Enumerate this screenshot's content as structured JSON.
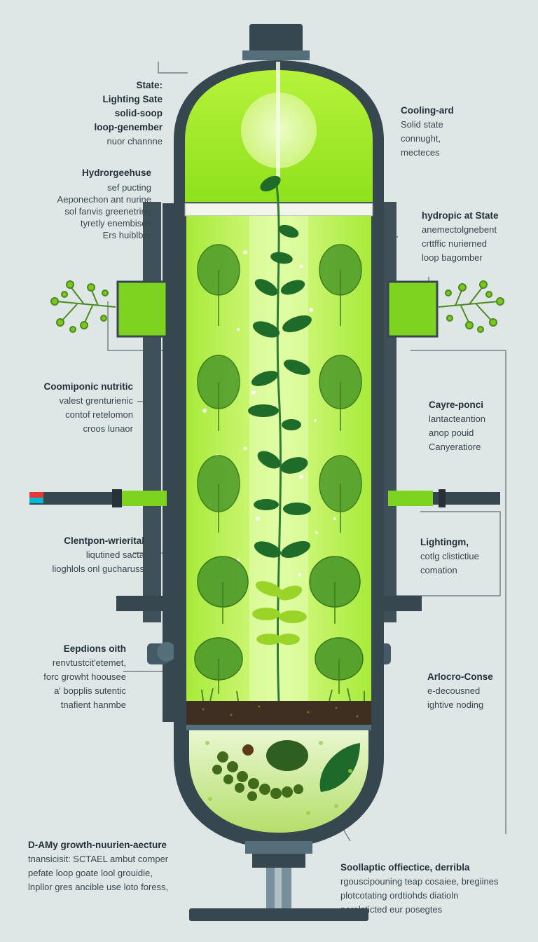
{
  "labels": {
    "top_left": {
      "title": "State:",
      "lines": [
        "Lighting Sate",
        "solid-soop",
        "loop-genember",
        "nuor channne"
      ]
    },
    "top_right": {
      "title": "Cooling-ard",
      "lines": [
        "Solid state",
        "connught,",
        "mecteces"
      ]
    },
    "hydro_left": {
      "title": "Hydrorgeehuse",
      "lines": [
        "sef  pucting",
        "Aeponechon ant nurine",
        "sol fanvis greenetring",
        "tyretly enembises",
        "Ers huiblber"
      ]
    },
    "hydro_right": {
      "title": "hydropic at State",
      "lines": [
        "anemectolgnebent",
        "crttffic nurierned",
        "loop bagomber"
      ]
    },
    "mid_left": {
      "title": "Coomiponic nutritic",
      "lines": [
        "valest grenturienic",
        "contof retelomon",
        "croos lunaor"
      ]
    },
    "mid_right": {
      "title": "Cayre-ponci",
      "lines": [
        "lantacteantion",
        "anop pouid",
        "Canyeratiore"
      ]
    },
    "low_left": {
      "title": "Clentpon-wrierital",
      "lines": [
        "liqutined sacta",
        "lioghlols onl gucharuss"
      ]
    },
    "low_right": {
      "title": "Lightingm,",
      "lines": [
        "cotlg clistictiue",
        "comation"
      ]
    },
    "base_left": {
      "title": "Eepdions oith",
      "lines": [
        "renvtustcit'etemet,",
        "forc growht hoousee",
        "a' bopplis sutentic",
        "tnafient hanmbe"
      ]
    },
    "base_right": {
      "title": "Arlocro-Conse",
      "lines": [
        "e-decousned",
        "ightive noding"
      ]
    },
    "bottom_left": {
      "title": "D-AMy growth-nuurien-aecture",
      "lines": [
        "tnansicisit: SCTAEL ambut comper",
        "pefate loop goate lool grouidie,",
        "lnpllor gres ancible use loto foress,"
      ]
    },
    "bottom_right": {
      "title": "Soollaptic offiectice, derribla",
      "lines": [
        "rgouscipouning teap cosaiee, bregiines",
        "plotcotating ordtiohds diatioln",
        "perolsticted eur posegtes"
      ]
    }
  },
  "colors": {
    "background": "#dfe6e6",
    "frame": "#37474f",
    "lime": "#8fe21a",
    "light_lime": "#c6f56a",
    "leaf": "#2e7d32",
    "soil": "#3e2f22"
  }
}
